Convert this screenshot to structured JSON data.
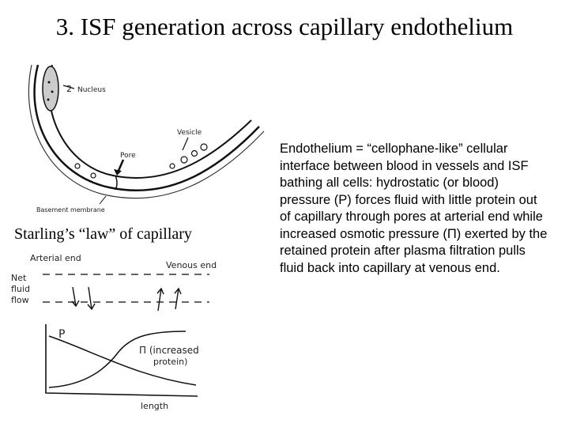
{
  "slide": {
    "title": "3. ISF generation across capillary endothelium",
    "subtitle": "Starling’s “law” of capillary",
    "description": "Endothelium  = “cellophane-like” cellular interface between blood in vessels and ISF bathing all cells: hydrostatic (or blood) pressure (P) forces fluid with little protein out of capillary through pores at arterial end while increased osmotic pressure (Π) exerted by the retained protein after plasma filtration pulls fluid back into capillary at venous end."
  },
  "capillary_diagram": {
    "labels": {
      "nucleus": "Nucleus",
      "vesicle": "Vesicle",
      "pore": "Pore",
      "basement_membrane": "Basement membrane",
      "number": "2"
    }
  },
  "starling_diagram": {
    "labels": {
      "arterial_end": "Arterial end",
      "venous_end": "Venous end",
      "net_fluid_flow": [
        "Net",
        "fluid",
        "flow"
      ],
      "P": "P",
      "pi_line1": "Π (increased",
      "pi_line2": "protein)",
      "length": "length"
    }
  }
}
